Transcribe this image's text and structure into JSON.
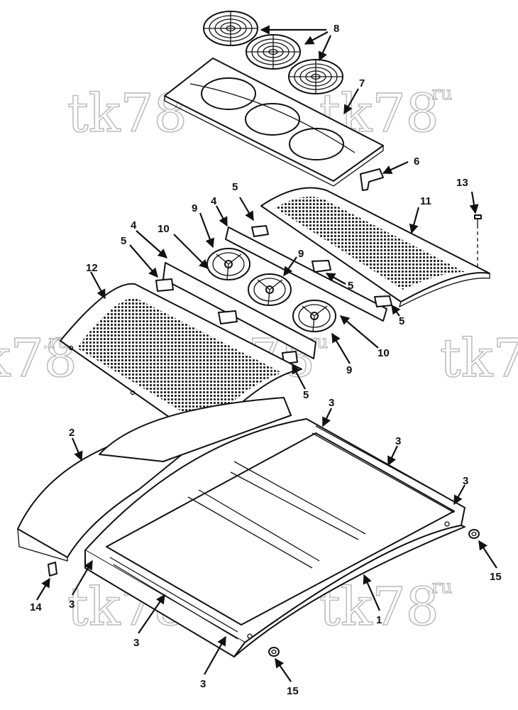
{
  "watermark": {
    "main": "tk78",
    "suffix": ".ru"
  },
  "callouts": {
    "c2": "2",
    "c3": "3",
    "c4": "4",
    "c5": "5",
    "c6": "6",
    "c7": "7",
    "c8": "8",
    "c9": "9",
    "c10": "10",
    "c11": "11",
    "c12": "12",
    "c13": "13",
    "c14": "14",
    "c15": "15"
  }
}
